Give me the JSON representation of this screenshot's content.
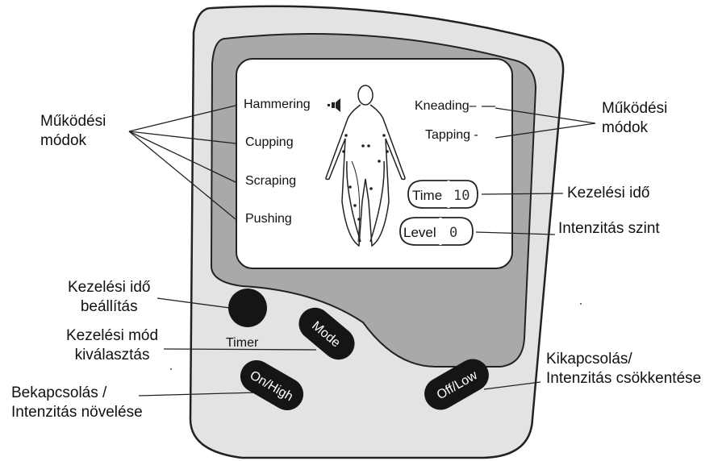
{
  "annotations": {
    "modes_left": "Működési\nmódok",
    "modes_right": "Működési\nmódok",
    "time_label": "Kezelési idő",
    "level_label": "Intenzitás szint",
    "timer_setting": "Kezelési idő\nbeállítás",
    "mode_select": "Kezelési mód\nkiválasztás",
    "on_high": "Bekapcsolás /\nIntenzitás növelése",
    "off_low": "Kikapcsolás/\nIntenzitás csökkentése"
  },
  "screen": {
    "modes_left": [
      "Hammering",
      "Cupping",
      "Scraping",
      "Pushing"
    ],
    "modes_right": [
      "Kneading–",
      "Tapping -"
    ],
    "time_label": "Time",
    "time_value": "10",
    "level_label": "Level",
    "level_value": "0"
  },
  "buttons": {
    "timer": "Timer",
    "mode": "Mode",
    "on_high": "On/High",
    "off_low": "Off/Low"
  }
}
